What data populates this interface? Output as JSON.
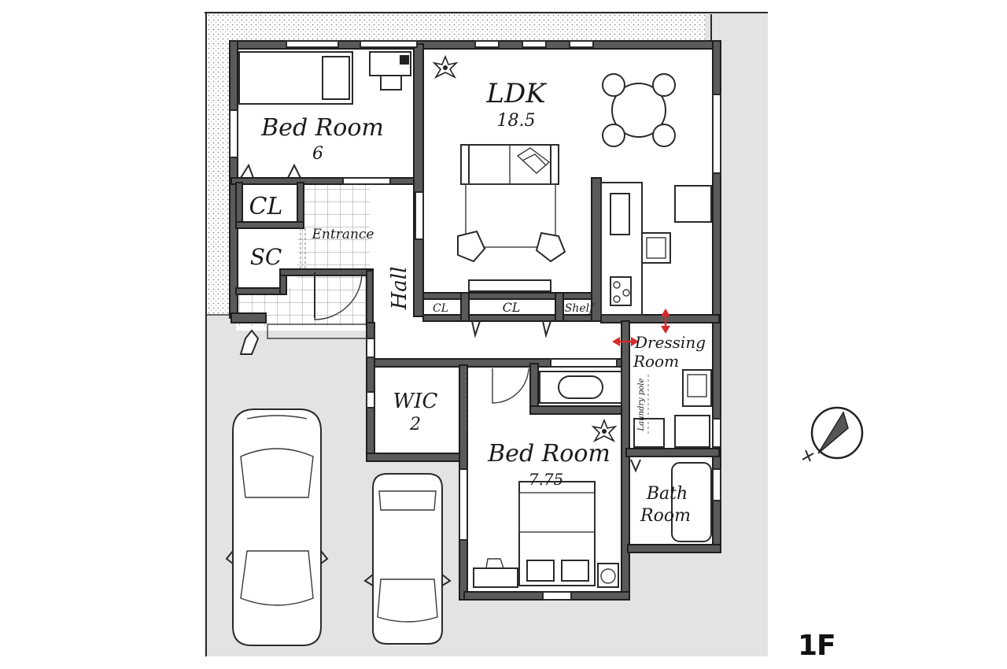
{
  "floor": "1F",
  "rooms": {
    "bedroom_small": {
      "label": "Bed Room",
      "size": "6"
    },
    "ldk": {
      "label": "LDK",
      "size": "18.5"
    },
    "closet": {
      "label": "CL"
    },
    "shoe_closet": {
      "label": "SC"
    },
    "entrance": {
      "label": "Entrance"
    },
    "hall": {
      "label": "Hall"
    },
    "cl_small": {
      "label": "CL"
    },
    "cl_wide": {
      "label": "CL"
    },
    "shelf": {
      "label": "Shelf"
    },
    "dressing": {
      "label_1": "Dressing",
      "label_2": "Room"
    },
    "laundry": {
      "label": "Laundry pole"
    },
    "wic": {
      "label": "WIC",
      "size": "2"
    },
    "bedroom_main": {
      "label": "Bed Room",
      "size": "7.75"
    },
    "bathroom": {
      "label_1": "Bath",
      "label_2": "Room"
    }
  },
  "colors": {
    "wall": "#5a5a5a",
    "yard": "#e3e3e3",
    "arrow": "#d42a2a"
  }
}
